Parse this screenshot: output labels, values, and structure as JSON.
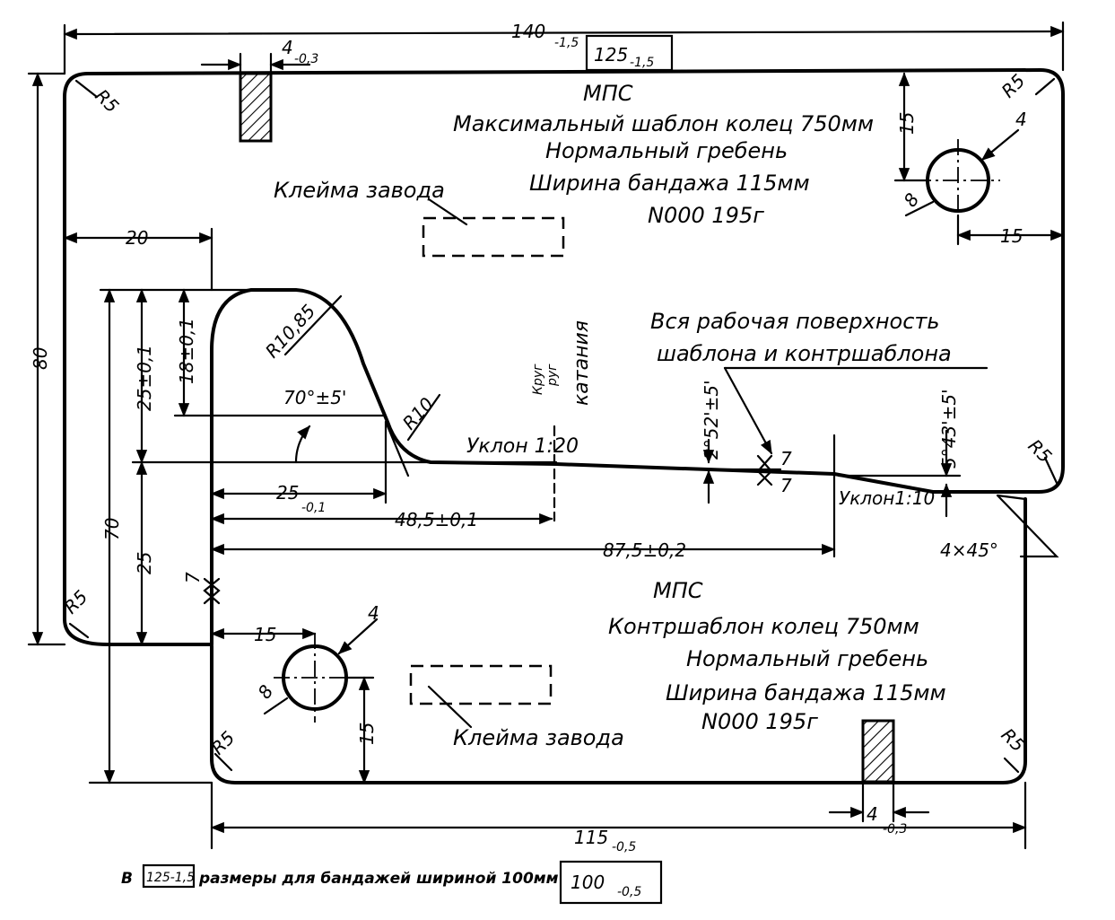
{
  "upper_template": {
    "org": "МПС",
    "title": "Максимальный шаблон колец 750мм",
    "comb": "Нормальный гребень",
    "band_width": "Ширина бандажа 115мм",
    "number": "N000 195г",
    "stamp": "Клейма завода"
  },
  "lower_template": {
    "org": "МПС",
    "title": "Контршаблон колец 750мм",
    "comb": "Нормальный гребень",
    "band_width": "Ширина бандажа 115мм",
    "number": "N000 195г",
    "stamp": "Клейма завода"
  },
  "work_surface_note": {
    "line1": "Вся рабочая поверхность",
    "line2": "шаблона и контршаблона"
  },
  "rolling_circle": {
    "label": "катания",
    "label_small_1": "Круг",
    "label_small_2": "руг"
  },
  "dimensions": {
    "overall_width": "140",
    "overall_width_tol": "-1,5",
    "alt_width": "125",
    "alt_width_tol": "-1,5",
    "slot_width_top": "4",
    "slot_width_top_tol": "-0,3",
    "slot_width_bottom": "4",
    "slot_width_bottom_tol": "-0,3",
    "height": "80",
    "left_offset": "20",
    "flange_height": "25±0,1",
    "flange_inner": "18±0,1",
    "flange_radius": "R10,85",
    "fillet_radius": "R10",
    "angle": "70°±5'",
    "height_70": "70",
    "lower_25": "25",
    "dim_25": "25",
    "dim_25_tol": "-0,1",
    "dim_48": "48,5±0,1",
    "dim_87": "87,5±0,2",
    "slope_1": "Уклон 1:20",
    "slope_2": "Уклон1:10",
    "angle_2": "2°52'±5'",
    "angle_3": "5°43'±5'",
    "chamfer": "4×45°",
    "hole_offset_1": "15",
    "hole_offset_2": "15",
    "hole_offset_3": "15",
    "hole_offset_4": "15",
    "hole_dia": "8",
    "hole_dia_2": "8",
    "hole_chamfer": "4",
    "hole_chamfer_2": "4",
    "corner_radius": "R5",
    "roughness": "7",
    "bottom_width": "115",
    "bottom_width_tol": "-0,5",
    "alt_bottom_width": "100",
    "alt_bottom_width_tol": "-0,5"
  },
  "footnote": {
    "prefix": "В",
    "boxed": "125-1,5",
    "text": "размеры для бандажей шириной 100мм"
  }
}
